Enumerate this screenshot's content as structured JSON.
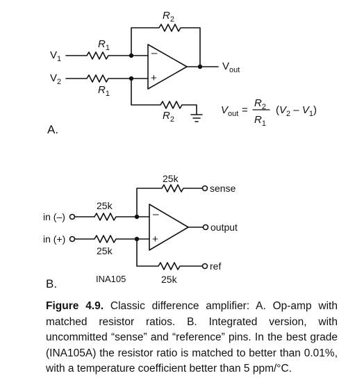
{
  "diagram_a": {
    "panel_label": "A.",
    "r_top": {
      "sym": "R",
      "sub": "2"
    },
    "r_in1": {
      "sym": "R",
      "sub": "1"
    },
    "r_in2": {
      "sym": "R",
      "sub": "1"
    },
    "r_bottom": {
      "sym": "R",
      "sub": "2"
    },
    "v1": {
      "sym": "V",
      "sub": "1"
    },
    "v2": {
      "sym": "V",
      "sub": "2"
    },
    "vout": {
      "sym": "V",
      "sub": "out"
    },
    "minus": "–",
    "plus": "+",
    "formula": {
      "lhs_sym": "V",
      "lhs_sub": "out",
      "equals": "=",
      "num_sym": "R",
      "num_sub": "2",
      "den_sym": "R",
      "den_sub": "1",
      "paren_open": "(",
      "v2_sym": "V",
      "v2_sub": "2",
      "minus": " – ",
      "v1_sym": "V",
      "v1_sub": "1",
      "paren_close": ")"
    }
  },
  "diagram_b": {
    "panel_label": "B.",
    "r_top": "25k",
    "r_in_minus": "25k",
    "r_in_plus": "25k",
    "r_ref": "25k",
    "in_minus": "in (–)",
    "in_plus": "in (+)",
    "sense": "sense",
    "output": "output",
    "ref": "ref",
    "part": "INA105",
    "minus": "–",
    "plus": "+"
  },
  "caption": {
    "label": "Figure 4.9.",
    "text": " Classic difference amplifier: A. Op-amp with matched resistor ratios. B. Integrated version, with uncommitted “sense” and “reference” pins. In the best grade (INA105A) the resistor ratio is matched to better than 0.01%, with a temperature coefficient better than 5 ppm/°C."
  }
}
